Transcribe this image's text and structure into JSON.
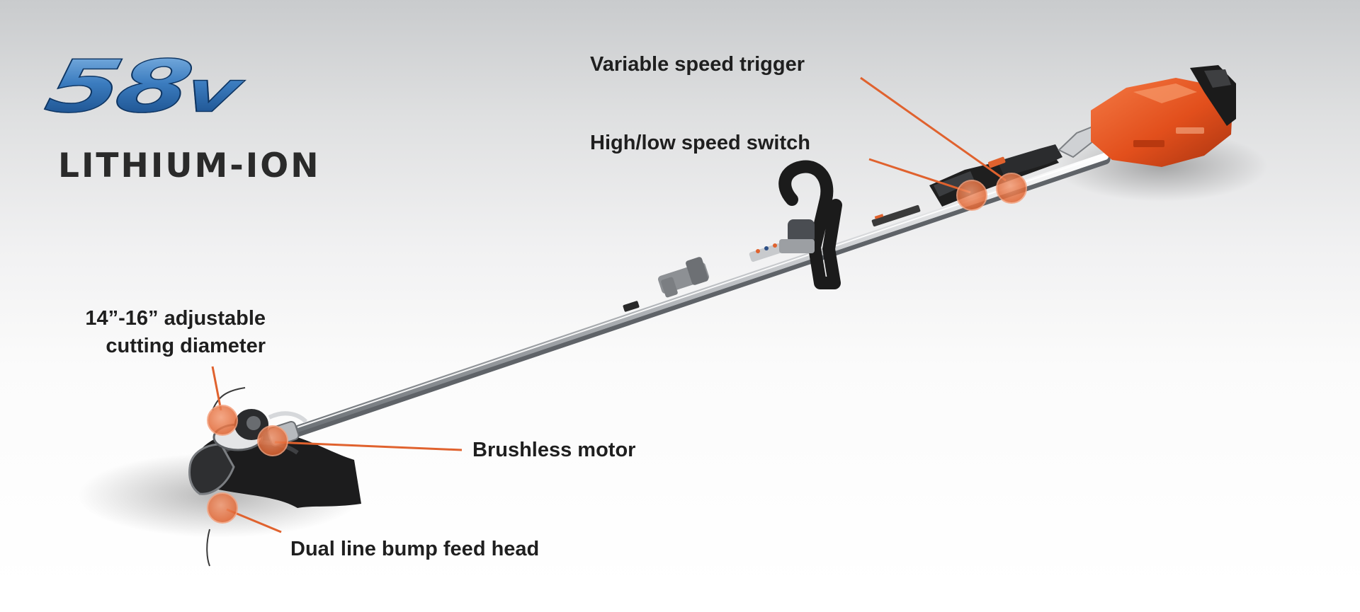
{
  "logo": {
    "voltage": "58",
    "voltage_unit": "v",
    "chemistry": "LITHIUM-ION"
  },
  "callouts": {
    "trigger": "Variable speed trigger",
    "switch": "High/low speed switch",
    "cutting_line1": "14”-16” adjustable",
    "cutting_line2": "cutting diameter",
    "motor": "Brushless motor",
    "feed_head": "Dual line bump feed head"
  },
  "colors": {
    "accent": "#e0622e",
    "battery": "#e8521f",
    "logo_blue": "#2b6aa8"
  }
}
